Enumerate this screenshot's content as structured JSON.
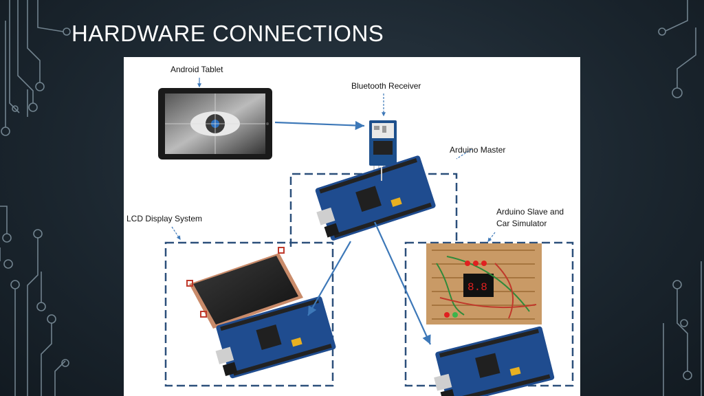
{
  "slide": {
    "title": "HARDWARE CONNECTIONS"
  },
  "diagram": {
    "labels": {
      "android_tablet": "Android Tablet",
      "bluetooth_receiver": "Bluetooth Receiver",
      "arduino_master": "Arduino Master",
      "lcd_display_system": "LCD Display System",
      "arduino_slave_line1": "Arduino Slave and",
      "arduino_slave_line2": "Car Simulator"
    }
  },
  "colors": {
    "background": "#1c2730",
    "circuit_lines": "#8fa3b0",
    "title_text": "#ffffff",
    "dashed_box": "#2b4f7a",
    "arrow": "#3d78b8",
    "arduino_board": "#1f4c8f"
  }
}
